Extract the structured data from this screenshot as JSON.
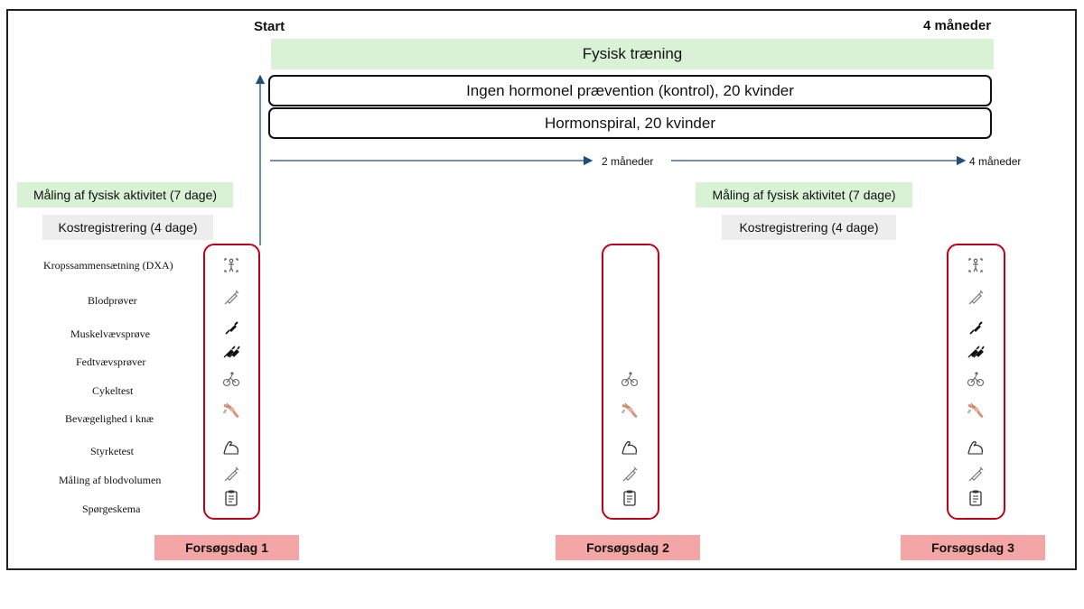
{
  "timeline": {
    "start_label": "Start",
    "end_label": "4 måneder",
    "mid_label": "2 måneder",
    "end_label_small": "4 måneder"
  },
  "bars": {
    "training": "Fysisk træning",
    "control": "Ingen hormonel prævention (kontrol), 20 kvinder",
    "spiral": "Hormonspiral,  20 kvinder"
  },
  "pre_measurements": {
    "activity": "Måling af fysisk aktivitet (7 dage)",
    "diet": "Kostregistrering (4 dage)"
  },
  "post_measurements": {
    "activity": "Måling af fysisk aktivitet (7 dage)",
    "diet": "Kostregistrering (4 dage)"
  },
  "tests": [
    {
      "label": "Kropssammensætning (DXA)",
      "icon": "dxa-scan-icon"
    },
    {
      "label": "Blodprøver",
      "icon": "syringe-icon"
    },
    {
      "label": "Muskelvævsprøve",
      "icon": "biopsy-needle-icon"
    },
    {
      "label": "Fedtvævsprøver",
      "icon": "double-biopsy-needle-icon"
    },
    {
      "label": "Cykeltest",
      "icon": "cyclist-icon"
    },
    {
      "label": "Bevægelighed i knæ",
      "icon": "knee-icon"
    },
    {
      "label": "Styrketest",
      "icon": "flexed-arm-icon"
    },
    {
      "label": "Måling af blodvolumen",
      "icon": "syringe-icon"
    },
    {
      "label": "Spørgeskema",
      "icon": "clipboard-icon"
    }
  ],
  "days": {
    "day1": "Forsøgsdag 1",
    "day2": "Forsøgsdag 2",
    "day3": "Forsøgsdag 3"
  },
  "colors": {
    "green_box": "#d9f2d6",
    "grey_box": "#ededed",
    "pink_box": "#f4a6a6",
    "red_outline": "#c0001a",
    "arrow_blue": "#1f4e79"
  }
}
